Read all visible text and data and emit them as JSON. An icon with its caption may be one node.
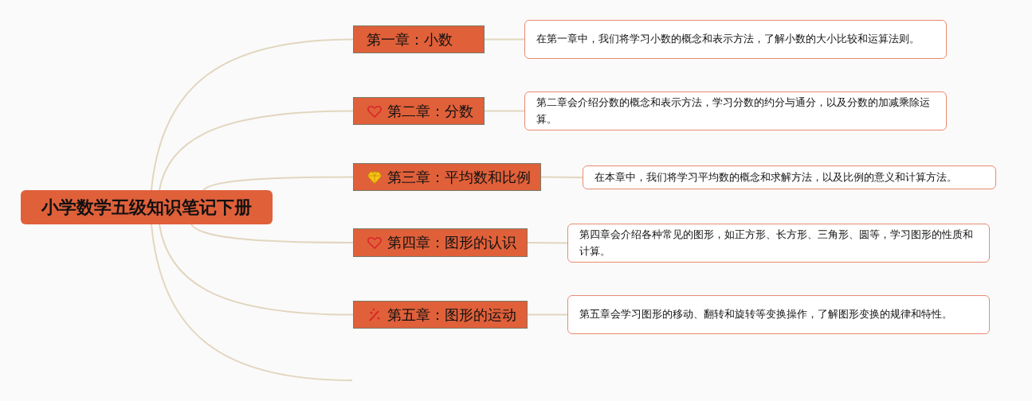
{
  "diagram": {
    "nodes": [
      {
        "text": [
          "小学数学五级知识笔记下册"
        ]
      },
      {
        "text": [
          "第一章：小数"
        ]
      },
      {
        "text": [
          "第二章：分数"
        ]
      },
      {
        "text": [
          "第三章：平均数和比例"
        ]
      },
      {
        "text": [
          "第四章：图形的认识"
        ]
      },
      {
        "text": [
          "第五章：图形的运动"
        ]
      },
      {
        "text": [
          "在第一章中，我们将学习小数的概念和表示方法，了解小数的大小比较和运算法则。"
        ]
      },
      {
        "text": [
          "第二章会介绍分数的概念和表示方法，学习分数的约分与通分，以及分数的加减乘除运算。"
        ]
      },
      {
        "text": [
          "在本章中，我们将学习平均数的概念和求解方法，以及比例的意义和计算方法。"
        ]
      },
      {
        "text": [
          "第四章会介绍各种常见的图形，如正方形、长方形、三角形、圆等，学习图形的性质和计算。"
        ]
      },
      {
        "text": [
          "第五章会学习图形的移动、翻转和旋转等变换操作，了解图形变换的规律和特性。"
        ]
      }
    ],
    "edges": [
      {
        "from": 0,
        "to": 1,
        "arrow": "none"
      },
      {
        "from": 0,
        "to": 2,
        "arrow": "none"
      },
      {
        "from": 0,
        "to": 3,
        "arrow": "none"
      },
      {
        "from": 0,
        "to": 4,
        "arrow": "none"
      },
      {
        "from": 0,
        "to": 5,
        "arrow": "none"
      },
      {
        "from": 0,
        "to": null,
        "arrow": "none"
      },
      {
        "from": 1,
        "to": 6,
        "arrow": "none"
      },
      {
        "from": 2,
        "to": 7,
        "arrow": "none"
      },
      {
        "from": 3,
        "to": 8,
        "arrow": "none"
      },
      {
        "from": 4,
        "to": 9,
        "arrow": "none"
      },
      {
        "from": 5,
        "to": 10,
        "arrow": "none"
      }
    ]
  }
}
